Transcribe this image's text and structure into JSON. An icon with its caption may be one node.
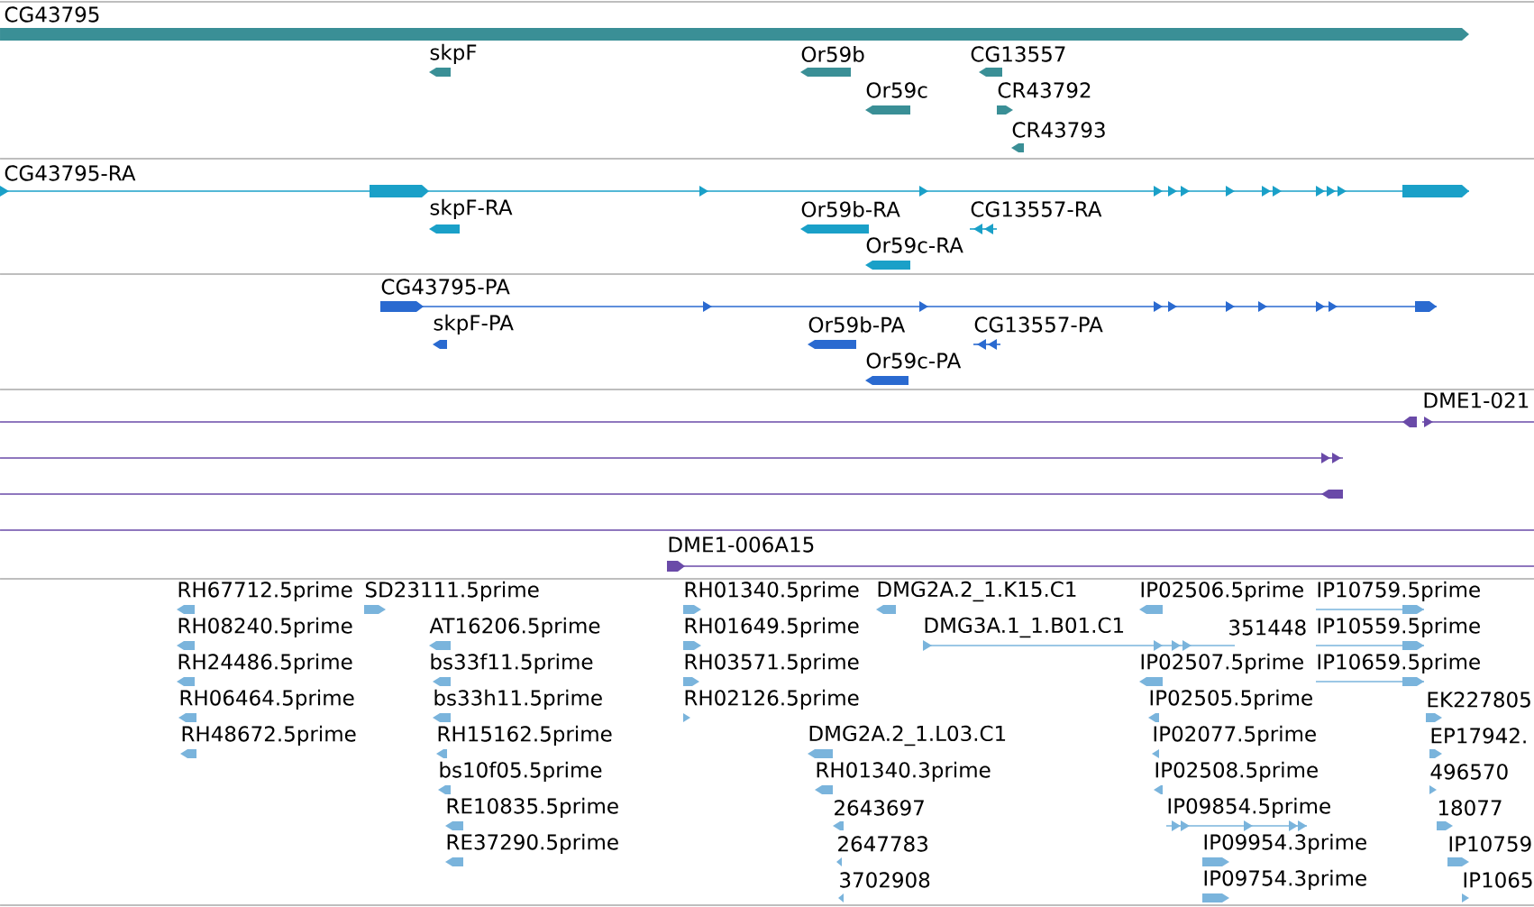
{
  "diagram": {
    "labels": [
      "CG43795",
      "skpF",
      "Or59b",
      "CG13557",
      "Or59c",
      "CR43792",
      "CR43793",
      "CG43795-RA",
      "skpF-RA",
      "Or59b-RA",
      "CG13557-RA",
      "Or59c-RA",
      "CG43795-PA",
      "skpF-PA",
      "Or59b-PA",
      "CG13557-PA",
      "Or59c-PA",
      "DME1-021",
      "DME1-006A15",
      "RH67712.5prime",
      "SD23111.5prime",
      "RH01340.5prime",
      "DMG2A.2_1.K15.C1",
      "IP02506.5prime",
      "IP10759.5prime",
      "RH08240.5prime",
      "AT16206.5prime",
      "RH01649.5prime",
      "DMG3A.1_1.B01.C1",
      "351448",
      "IP10559.5prime",
      "RH24486.5prime",
      "bs33f11.5prime",
      "RH03571.5prime",
      "IP02507.5prime",
      "IP10659.5prime",
      "RH06464.5prime",
      "bs33h11.5prime",
      "RH02126.5prime",
      "IP02505.5prime",
      "EK227805",
      "RH48672.5prime",
      "RH15162.5prime",
      "DMG2A.2_1.L03.C1",
      "IP02077.5prime",
      "EP17942.",
      "bs10f05.5prime",
      "RH01340.3prime",
      "IP02508.5prime",
      "496570",
      "RE10835.5prime",
      "2643697",
      "IP09854.5prime",
      "18077",
      "RE37290.5prime",
      "2647783",
      "IP09954.3prime",
      "IP10759",
      "3702908",
      "IP09754.3prime",
      "IP1065"
    ]
  }
}
